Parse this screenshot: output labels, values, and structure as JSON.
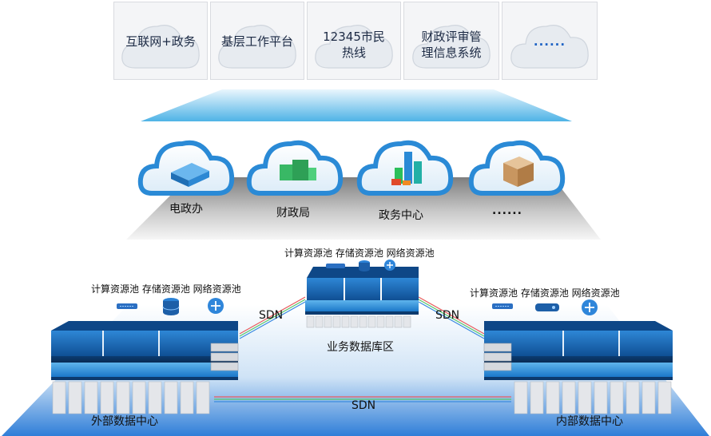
{
  "top_services": [
    {
      "lines": [
        "互联网+政务"
      ]
    },
    {
      "lines": [
        "基层工作平台"
      ]
    },
    {
      "lines": [
        "12345市民",
        "热线"
      ]
    },
    {
      "lines": [
        "财政评审管",
        "理信息系统"
      ]
    },
    {
      "lines": [
        "......"
      ]
    }
  ],
  "departments": [
    {
      "label": "电政办"
    },
    {
      "label": "财政局"
    },
    {
      "label": "政务中心"
    },
    {
      "label": "......"
    }
  ],
  "pools": {
    "center": "计算资源池 存储资源池 网络资源池",
    "left": "计算资源池 存储资源池 网络资源池",
    "right": "计算资源池 存储资源池 网络资源池"
  },
  "links": {
    "left": "SDN",
    "right": "SDN",
    "bottom": "SDN"
  },
  "data_centers": {
    "center": "业务数据库区",
    "left": "外部数据中心",
    "right": "内部数据中心"
  },
  "colors": {
    "cloud_blue": "#1f7fd1",
    "server_dark": "#0c3a6e",
    "server_mid": "#1a6fbf",
    "floor_blue": "#2f7ed8"
  }
}
